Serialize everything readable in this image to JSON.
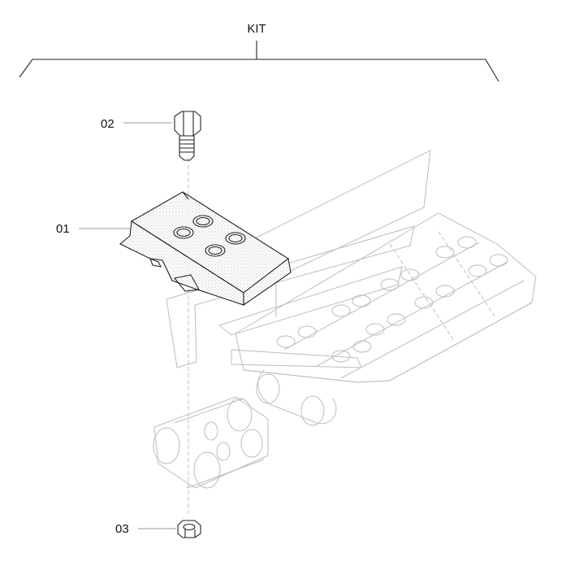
{
  "diagram": {
    "kit_label": "KIT",
    "callouts": [
      {
        "id": "02",
        "part": "bolt"
      },
      {
        "id": "01",
        "part": "track-shoe"
      },
      {
        "id": "03",
        "part": "nut"
      }
    ]
  }
}
